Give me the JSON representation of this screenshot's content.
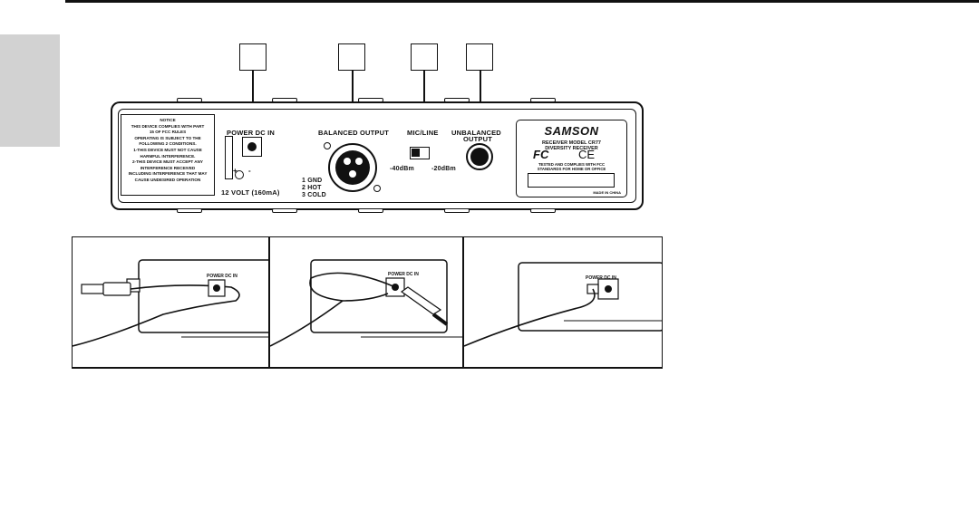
{
  "notice": {
    "lines": [
      "NOTICE",
      "THIS DEVICE COMPLIES WITH PART",
      "15 OF FCC RULES",
      "OPERATING IS SUBJECT TO THE",
      "FOLLOWING 2 CONDITIONS.",
      "1-THIS DEVICE MUST NOT CAUSE",
      "HARMFUL INTERFERENCE.",
      "2-THIS DEVICE MUST ACCEPT ANY",
      "INTERFERENCE RECEIVED",
      "INCLUDING INTERFERENCE THAT MAY",
      "CAUSE UNDESIRED OPERATION"
    ]
  },
  "power": {
    "label": "POWER DC IN",
    "plus": "+",
    "minus": "-",
    "rating": "12 VOLT (160mA)"
  },
  "balanced": {
    "label": "BALANCED OUTPUT",
    "pins": [
      "1 GND",
      "2 HOT",
      "3 COLD"
    ]
  },
  "micline": {
    "label": "MIC/LINE",
    "left": "-40dBm",
    "right": "-20dBm"
  },
  "unbalanced": {
    "label_line1": "UNBALANCED",
    "label_line2": "OUTPUT"
  },
  "brand": {
    "name": "SAMSON",
    "model": "RECEIVER MODEL CR77",
    "type": "DIVERSITY RECEIVER",
    "tested_line1": "TESTED AND COMPLIES WITH FCC",
    "tested_line2": "STANDARDS FOR HOME OR OFFICE",
    "made": "MADE IN CHINA",
    "fcc_mark": "FC",
    "ce_mark": "CE"
  },
  "photos": {
    "power_label": "POWER DC IN"
  },
  "icons": [
    "xlr-connector-icon",
    "dc-jack-icon",
    "switch-icon",
    "quarter-inch-jack-icon",
    "fcc-logo-icon",
    "ce-mark-icon"
  ]
}
